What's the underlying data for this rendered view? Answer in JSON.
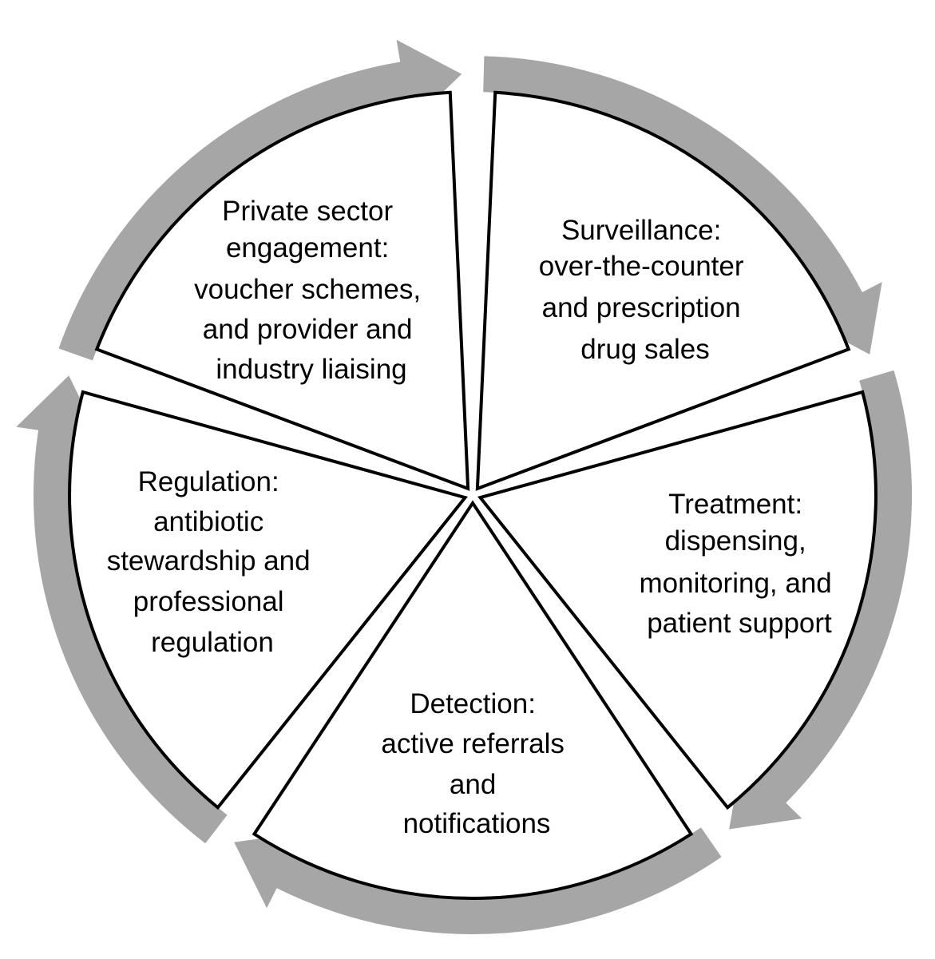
{
  "diagram": {
    "type": "cycle",
    "colors": {
      "arrows": "#a6a6a6",
      "outline": "#000000",
      "background": "#ffffff"
    },
    "segments": [
      {
        "id": "surveillance",
        "lines": [
          "Surveillance:",
          "over-the-counter",
          "and prescription",
          "drug sales"
        ]
      },
      {
        "id": "treatment",
        "lines": [
          "Treatment:",
          "dispensing,",
          "monitoring, and",
          "patient support"
        ]
      },
      {
        "id": "detection",
        "lines": [
          "Detection:",
          "active referrals",
          "and",
          "notifications"
        ]
      },
      {
        "id": "regulation",
        "lines": [
          "Regulation:",
          "antibiotic",
          "stewardship and",
          "professional",
          "regulation"
        ]
      },
      {
        "id": "private-sector",
        "lines": [
          "Private sector",
          "engagement:",
          "voucher schemes,",
          "and provider and",
          "industry liaising"
        ]
      }
    ]
  }
}
